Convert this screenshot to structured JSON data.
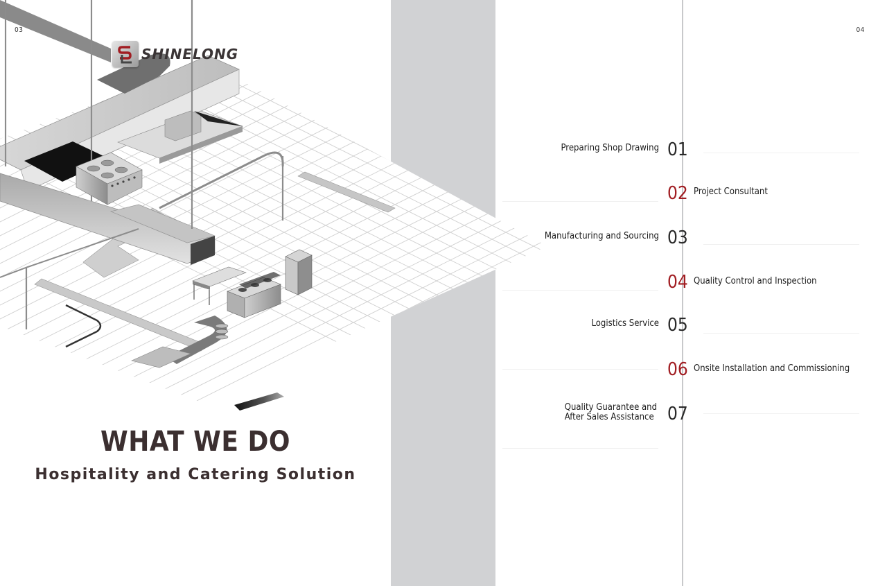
{
  "page_numbers": {
    "left": "03",
    "right": "04"
  },
  "brand": {
    "name": "SHINELONG",
    "monogram": "SL"
  },
  "headline": {
    "title": "WHAT WE DO",
    "subtitle": "Hospitality and Catering Solution"
  },
  "colors": {
    "accent_red": "#a11d22",
    "band_gray": "#d1d2d4",
    "text_dark": "#3b2f30"
  },
  "steps": [
    {
      "num": "01",
      "label": "Preparing Shop Drawing",
      "side": "left",
      "accent": false
    },
    {
      "num": "02",
      "label": "Project Consultant",
      "side": "right",
      "accent": true
    },
    {
      "num": "03",
      "label": "Manufacturing and Sourcing",
      "side": "left",
      "accent": false
    },
    {
      "num": "04",
      "label": "Quality Control and Inspection",
      "side": "right",
      "accent": true
    },
    {
      "num": "05",
      "label": "Logistics Service",
      "side": "left",
      "accent": false
    },
    {
      "num": "06",
      "label": "Onsite Installation and Commissioning",
      "side": "right",
      "accent": true
    },
    {
      "num": "07",
      "label_line1": "Quality Guarantee and",
      "label_line2": "After Sales Assistance",
      "side": "left",
      "accent": false
    }
  ]
}
